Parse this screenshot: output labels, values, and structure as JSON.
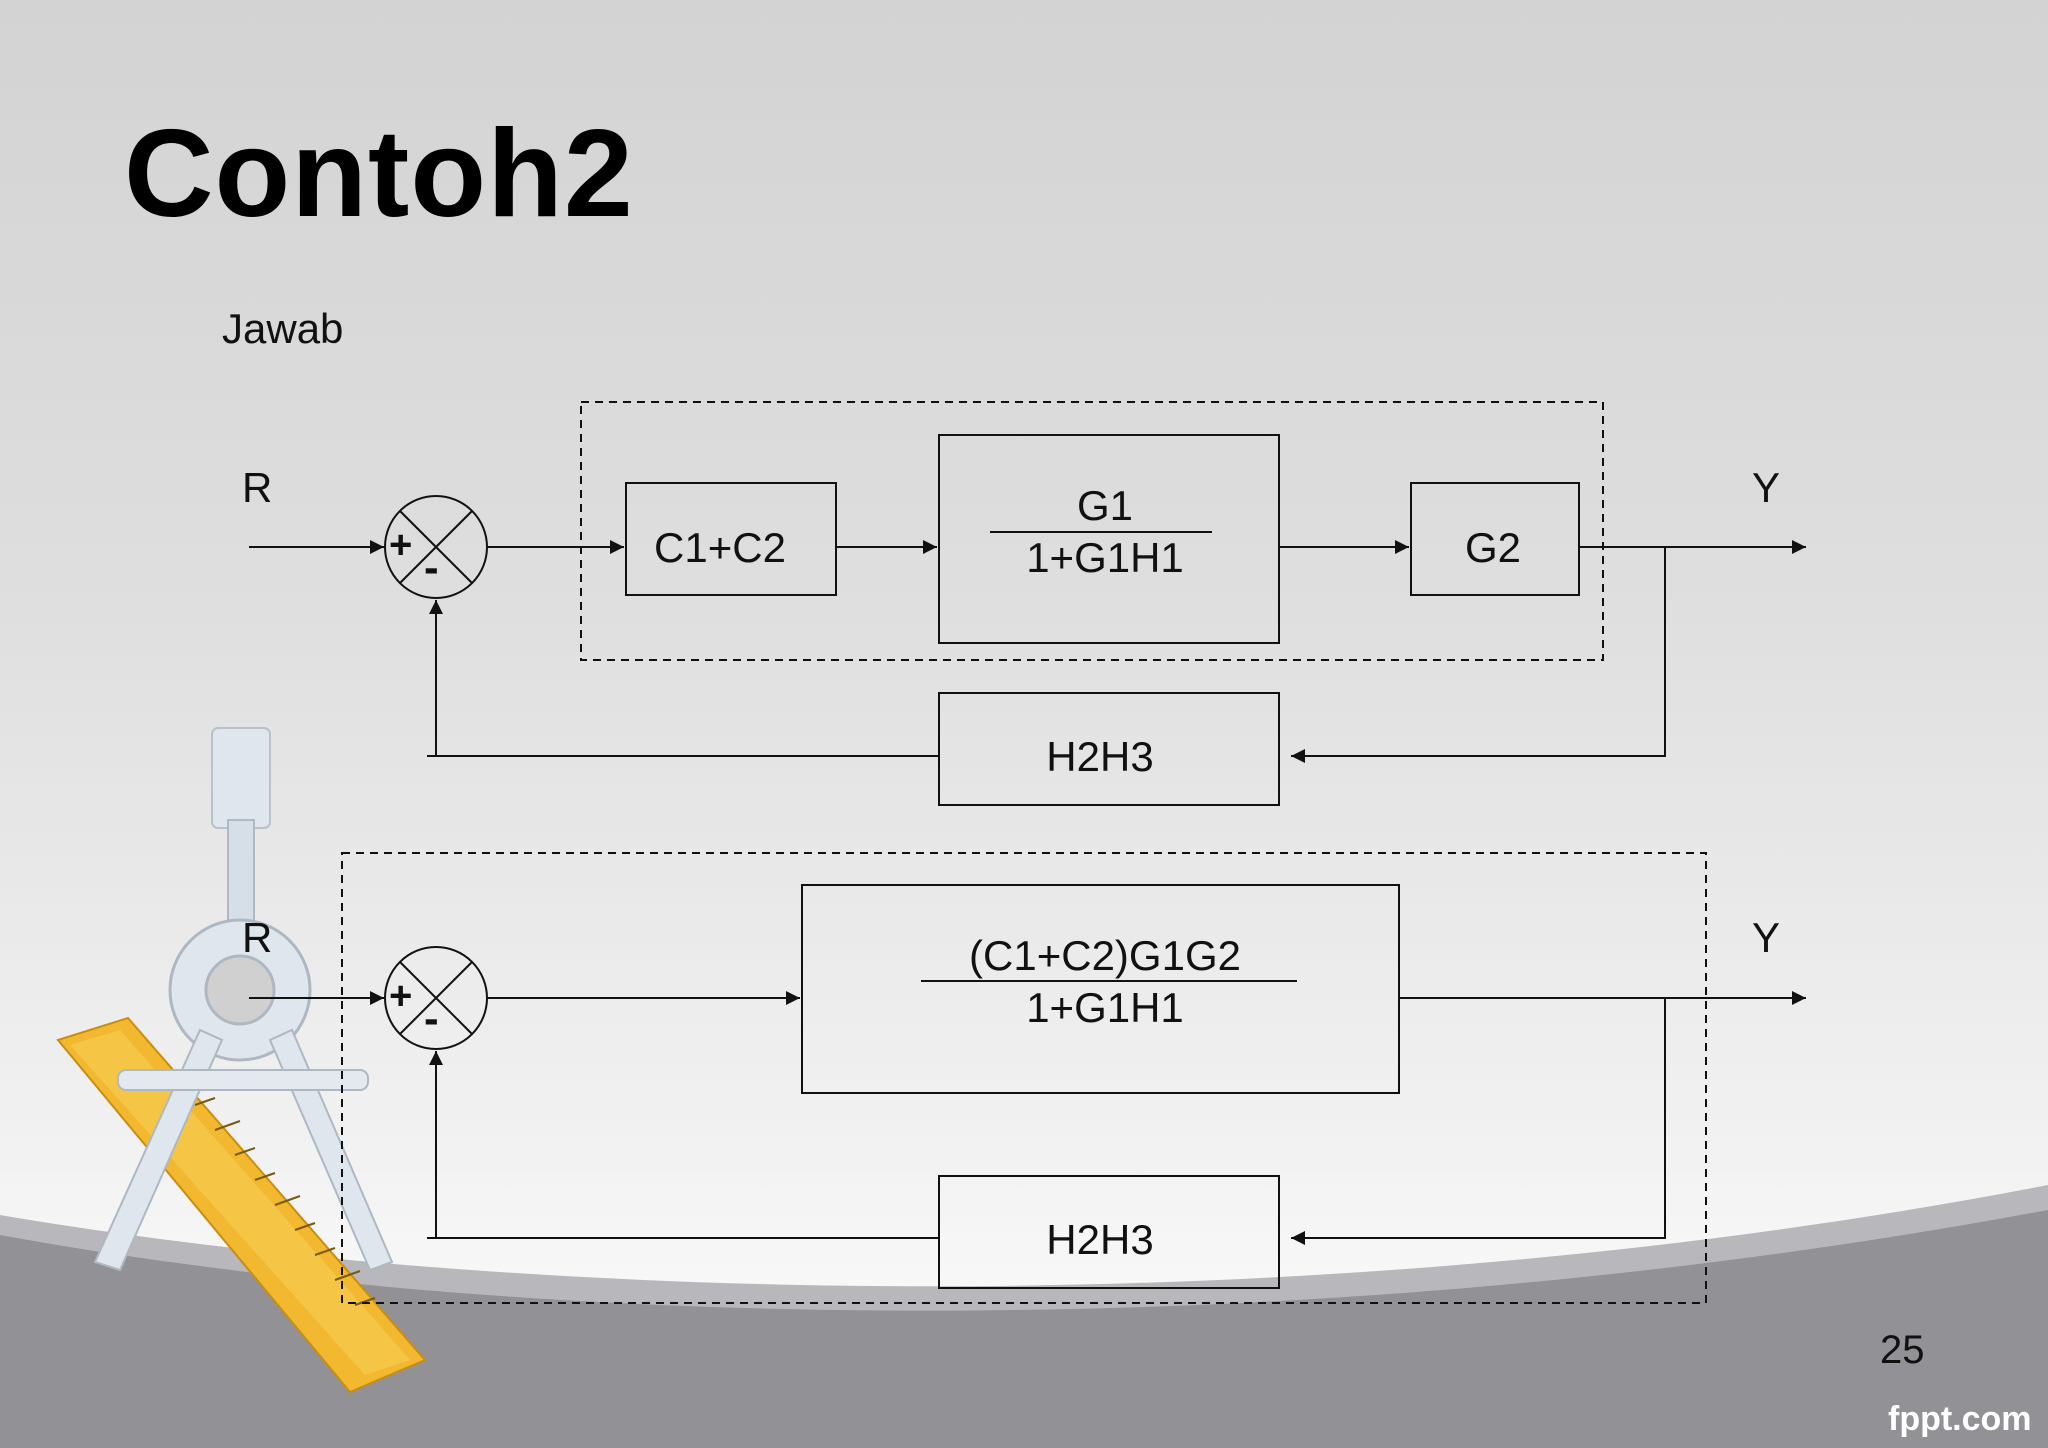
{
  "slide": {
    "title": "Contoh2",
    "subtitle": "Jawab",
    "page_number": "25",
    "brand": "fppt.com"
  },
  "diagram1": {
    "input_label": "R",
    "output_label": "Y",
    "sum_plus": "+",
    "sum_minus": "-",
    "block_c": "C1+C2",
    "block_g1_num": "G1",
    "block_g1_den": "1+G1H1",
    "block_g2": "G2",
    "feedback": "H2H3"
  },
  "diagram2": {
    "input_label": "R",
    "output_label": "Y",
    "sum_plus": "+",
    "sum_minus": "-",
    "block_num": "(C1+C2)G1G2",
    "block_den": "1+G1H1",
    "feedback": "H2H3"
  },
  "colors": {
    "background_top": "#d3d3d3",
    "background_bottom": "#ffffff",
    "wave_dark": "#8e8e92",
    "wave_light": "#b6b6ba",
    "ruler": "#f2b830",
    "line": "#111111"
  }
}
